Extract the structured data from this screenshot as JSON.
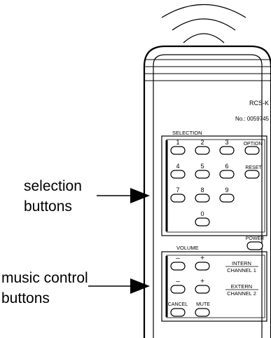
{
  "device": {
    "model": "RCS-K",
    "serial": "No.: 0059745"
  },
  "sections": {
    "selection_title": "SELECTION",
    "volume_title": "VOLUME"
  },
  "selection_keys": {
    "k1": "1",
    "k2": "2",
    "k3": "3",
    "option": "OPTION",
    "k4": "4",
    "k5": "5",
    "k6": "6",
    "reset": "RESET",
    "k7": "7",
    "k8": "8",
    "k9": "9",
    "k0": "0"
  },
  "power_label": "POWER",
  "music_keys": {
    "minus_top": "–",
    "plus_top": "+",
    "minus_bottom": "–",
    "plus_bottom": "+",
    "cancel": "CANCEL",
    "mute": "MUTE"
  },
  "channels": {
    "intern_line1": "INTERN",
    "intern_line2": "CHANNEL 1",
    "extern_line1": "EXTERN",
    "extern_line2": "CHANNEL 2"
  },
  "callouts": {
    "selection_line1": "selection",
    "selection_line2": "buttons",
    "music_line1": "music control",
    "music_line2": "buttons"
  }
}
